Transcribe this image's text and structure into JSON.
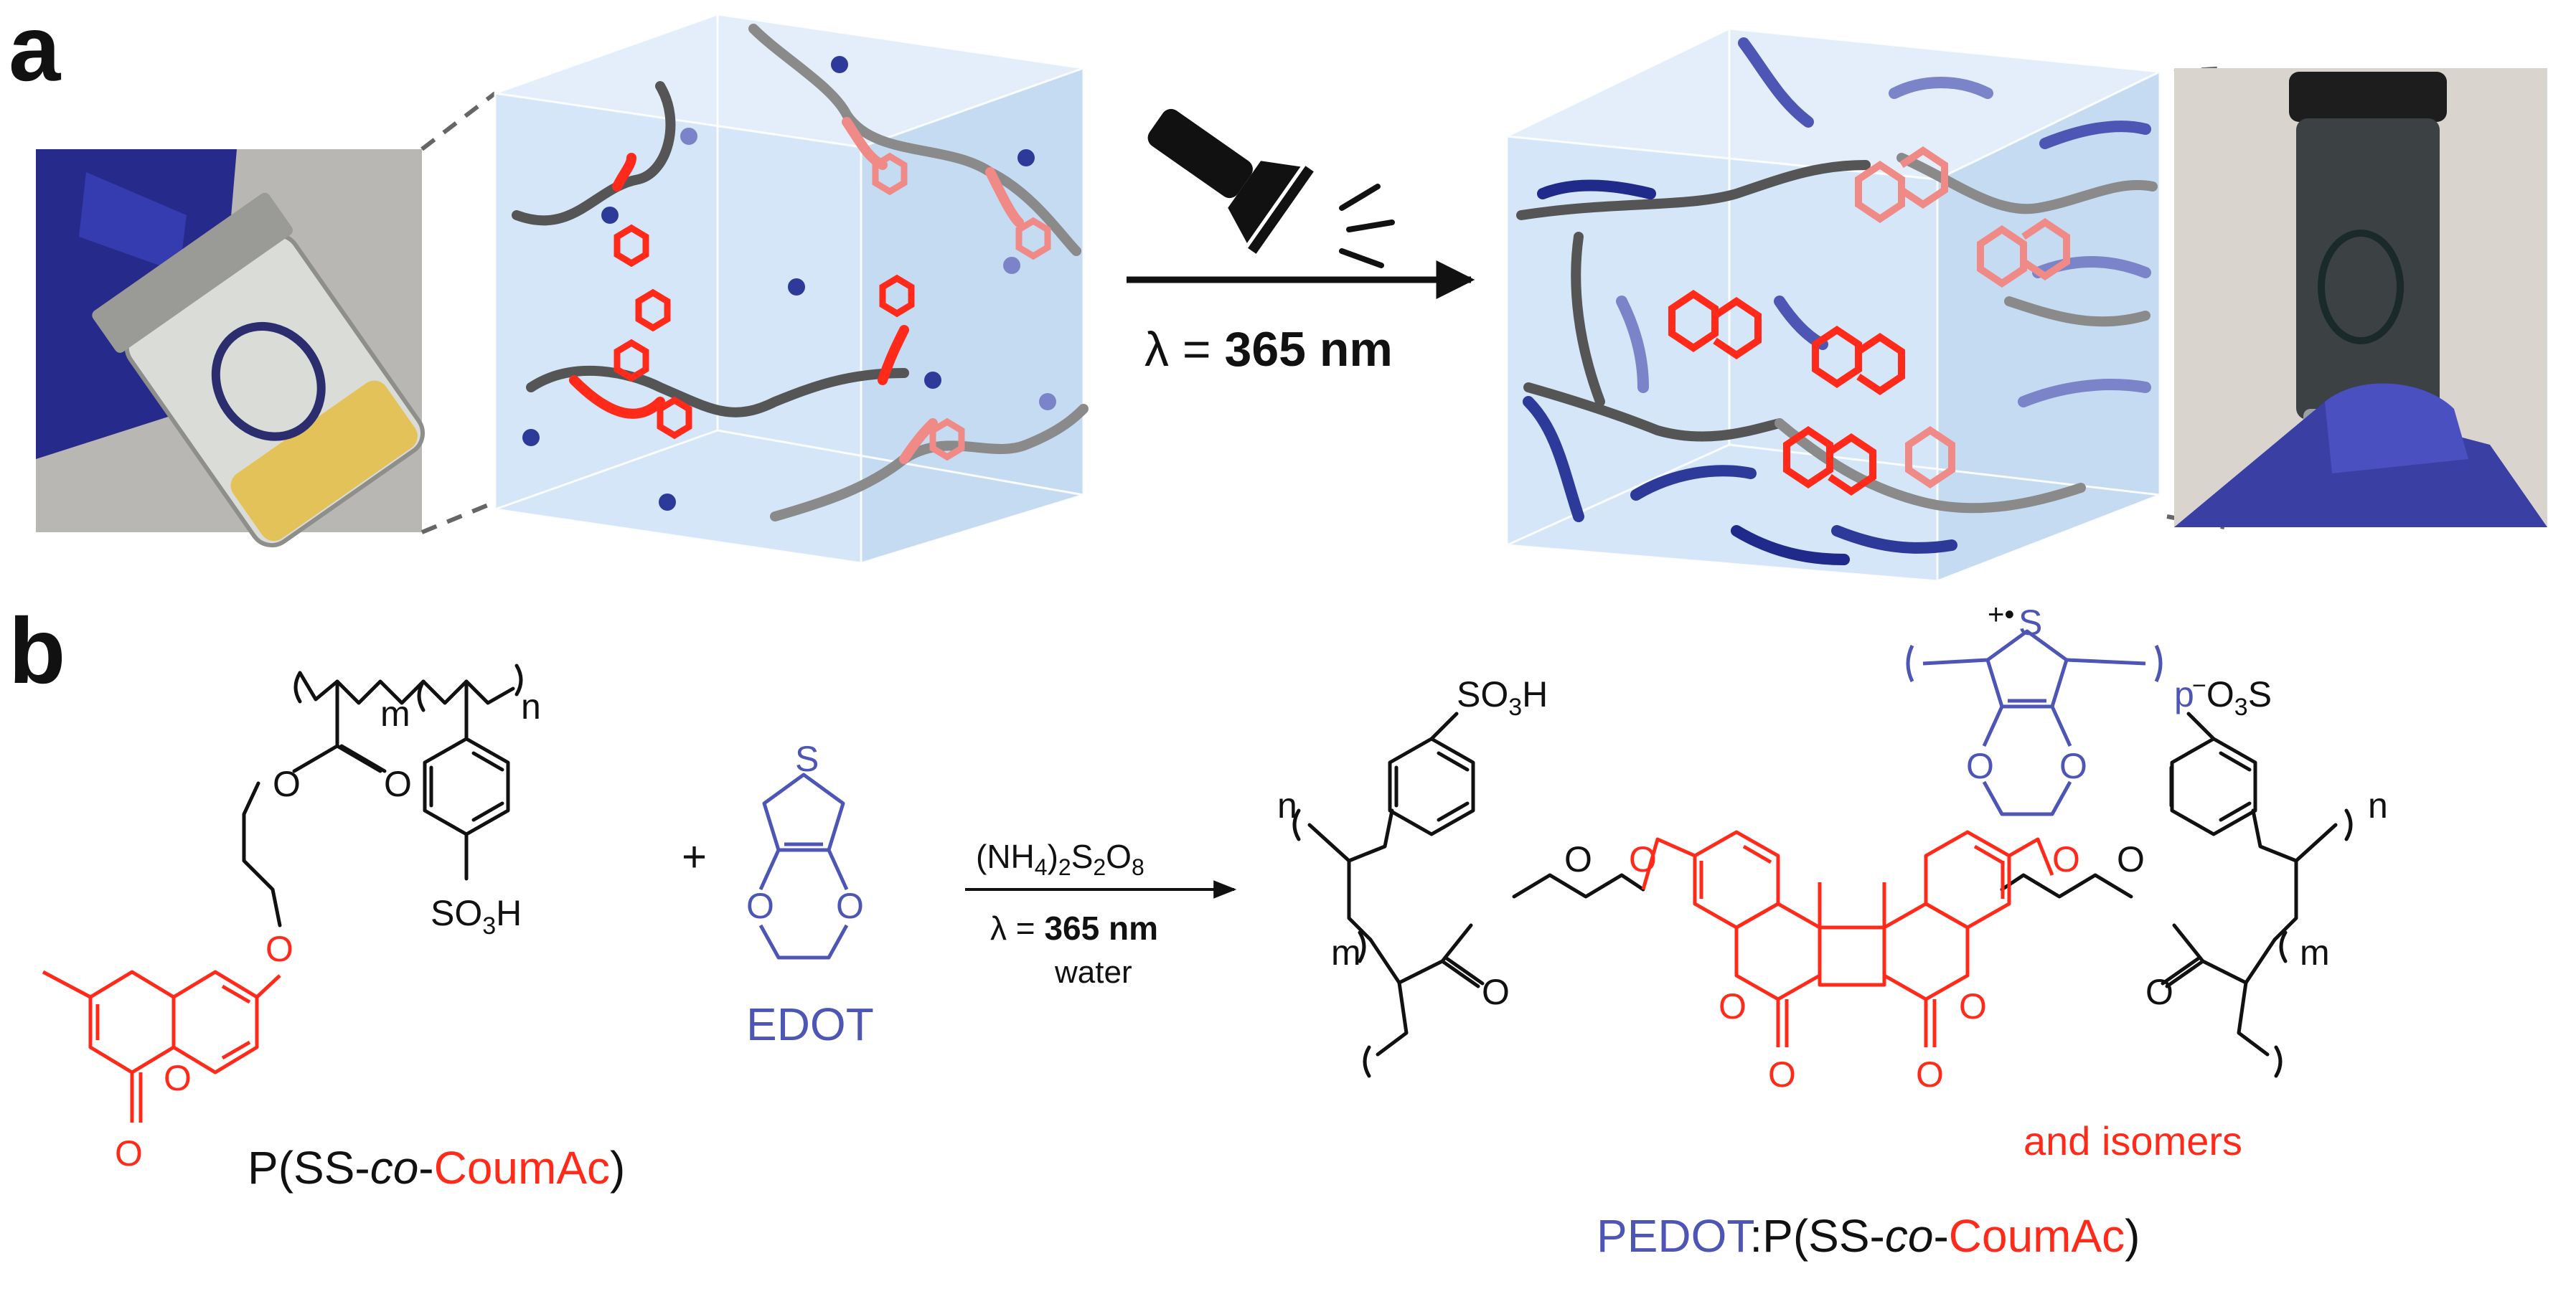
{
  "panel_a": {
    "label": "a",
    "condition": {
      "lambda": "λ = ",
      "value": "365 nm"
    },
    "icons": [
      "flashlight-icon",
      "arrow-right-icon"
    ]
  },
  "panel_b": {
    "label": "b",
    "plus": "+",
    "reagents": {
      "oxidant": {
        "paren_open": "(NH",
        "sub1": "4",
        "mid": ")",
        "sub2": "2",
        "s": "S",
        "sub3": "2",
        "o": "O",
        "sub4": "8"
      },
      "light": {
        "lambda": "λ = ",
        "value": "365 nm"
      },
      "solvent": "water"
    },
    "edot": {
      "name": "EDOT"
    },
    "copolymer": {
      "name_parts": {
        "p_open": "P(SS-",
        "co": "co",
        "dash": "-",
        "coumac": "CoumAc",
        "close": ")"
      },
      "sub_m": "m",
      "sub_n": "n",
      "sulfonate": {
        "so": "SO",
        "sub": "3",
        "h": "H"
      },
      "atoms": {
        "o": "O"
      }
    },
    "product": {
      "name_parts": {
        "pedot": "PEDOT",
        "colon": ":P(SS-",
        "co": "co",
        "dash": "-",
        "coumac": "CoumAc",
        "close": ")"
      },
      "isomers": "and isomers",
      "sub_m": "m",
      "sub_n": "n",
      "sub_p": "p",
      "thiophene_cation": "+•",
      "sulfonic": {
        "so": "SO",
        "sub": "3",
        "h": "H"
      },
      "sulfonate": {
        "minus": "−",
        "o": "O",
        "sub": "3",
        "s": "S"
      },
      "atoms": {
        "o": "O",
        "s": "S"
      }
    }
  },
  "colors": {
    "black": "#111111",
    "red": "#ff2a1a",
    "pink": "#f08a86",
    "blue": "#4d55b5",
    "darkblue": "#1f2a8a",
    "cube": "#cfe3f7",
    "chain": "#555555"
  }
}
